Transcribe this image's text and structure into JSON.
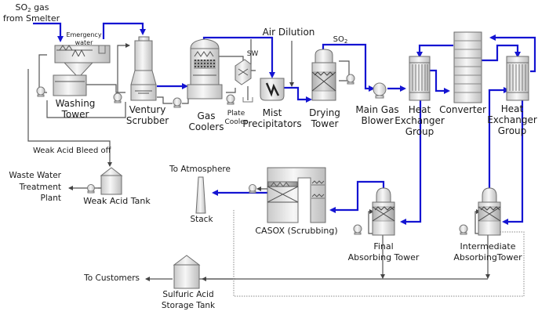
{
  "title": "Sulfuric Acid Plant Process Flow",
  "colors": {
    "gas_line": "#1414d2",
    "process_line": "#555555",
    "equipment_fill": "#e6e6e6",
    "equipment_stroke": "#6e6e6e"
  },
  "labels": {
    "so2_gas_line1": "SO",
    "so2_gas_sub": "2",
    "so2_gas_line1_rest": " gas",
    "so2_gas_line2": "from Smelter",
    "emergency_water_1": "Emergency",
    "emergency_water_2": "water",
    "washing_tower_1": "Washing",
    "washing_tower_2": "Tower",
    "venturi_1": "Ventury",
    "venturi_2": "Scrubber",
    "gas_coolers_1": "Gas",
    "gas_coolers_2": "Coolers",
    "plate_cooler_1": "Plate",
    "plate_cooler_2": "Cooler",
    "sw": "SW",
    "air_dilution": "Air Dilution",
    "mist_1": "Mist",
    "mist_2": "Precipitators",
    "drying_1": "Drying",
    "drying_2": "Tower",
    "so2_top": "SO",
    "so2_top_sub": "2",
    "blower_1": "Main Gas",
    "blower_2": "Blower",
    "hx1_1": "Heat",
    "hx1_2": "Exchanger",
    "hx1_3": "Group",
    "converter": "Converter",
    "hx2_1": "Heat",
    "hx2_2": "Exchanger",
    "hx2_3": "Group",
    "weak_acid_bleed": "Weak Acid Bleed off",
    "wwtp_1": "Waste Water",
    "wwtp_2": "Treatment",
    "wwtp_3": "Plant",
    "weak_acid_tank": "Weak Acid Tank",
    "to_atmosphere": "To Atmosphere",
    "stack": "Stack",
    "casox": "CASOX (Scrubbing)",
    "final_abs_1": "Final",
    "final_abs_2": "Absorbing Tower",
    "inter_abs_1": "Intermediate",
    "inter_abs_2": "AbsorbingTower",
    "to_customers": "To Customers",
    "storage_1": "Sulfuric Acid",
    "storage_2": "Storage Tank"
  }
}
